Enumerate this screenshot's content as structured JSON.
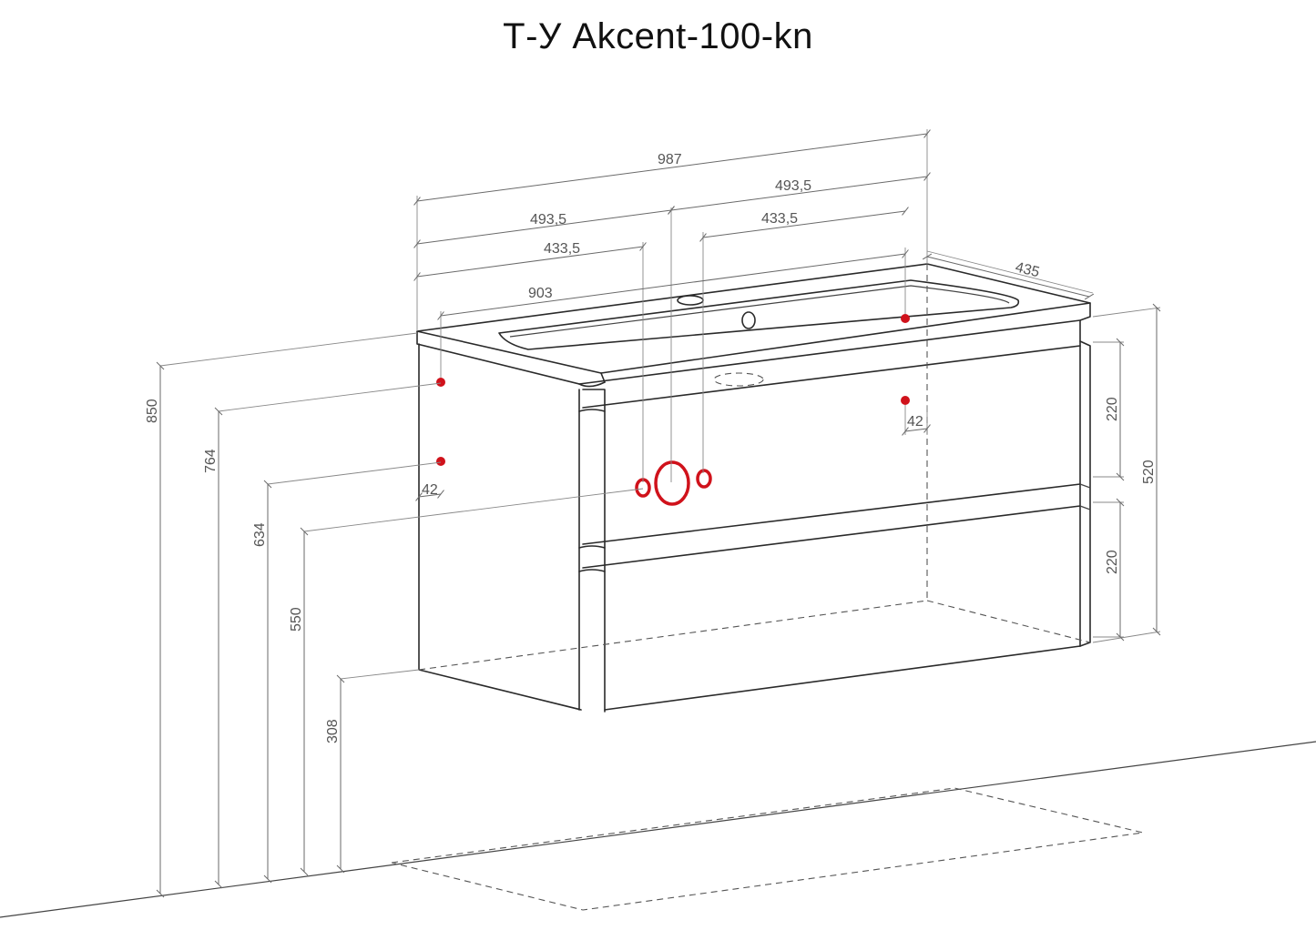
{
  "title": "Т-У Akcent-100-kn",
  "colors": {
    "accent": "#d0121b",
    "line": "#2a2a2a",
    "dimension": "#6a6a6a"
  },
  "dimensions": {
    "overall_width": "987",
    "half_width_left": "493,5",
    "half_width_right": "493,5",
    "hole_offset_left": "433,5",
    "hole_offset_right": "433,5",
    "inner_width": "903",
    "depth": "435",
    "total_height": "850",
    "h_764": "764",
    "h_634": "634",
    "h_550": "550",
    "floor_clearance": "308",
    "drawer_top": "220",
    "drawer_bottom": "220",
    "body_height": "520",
    "offset_left": "42",
    "offset_right": "42"
  }
}
